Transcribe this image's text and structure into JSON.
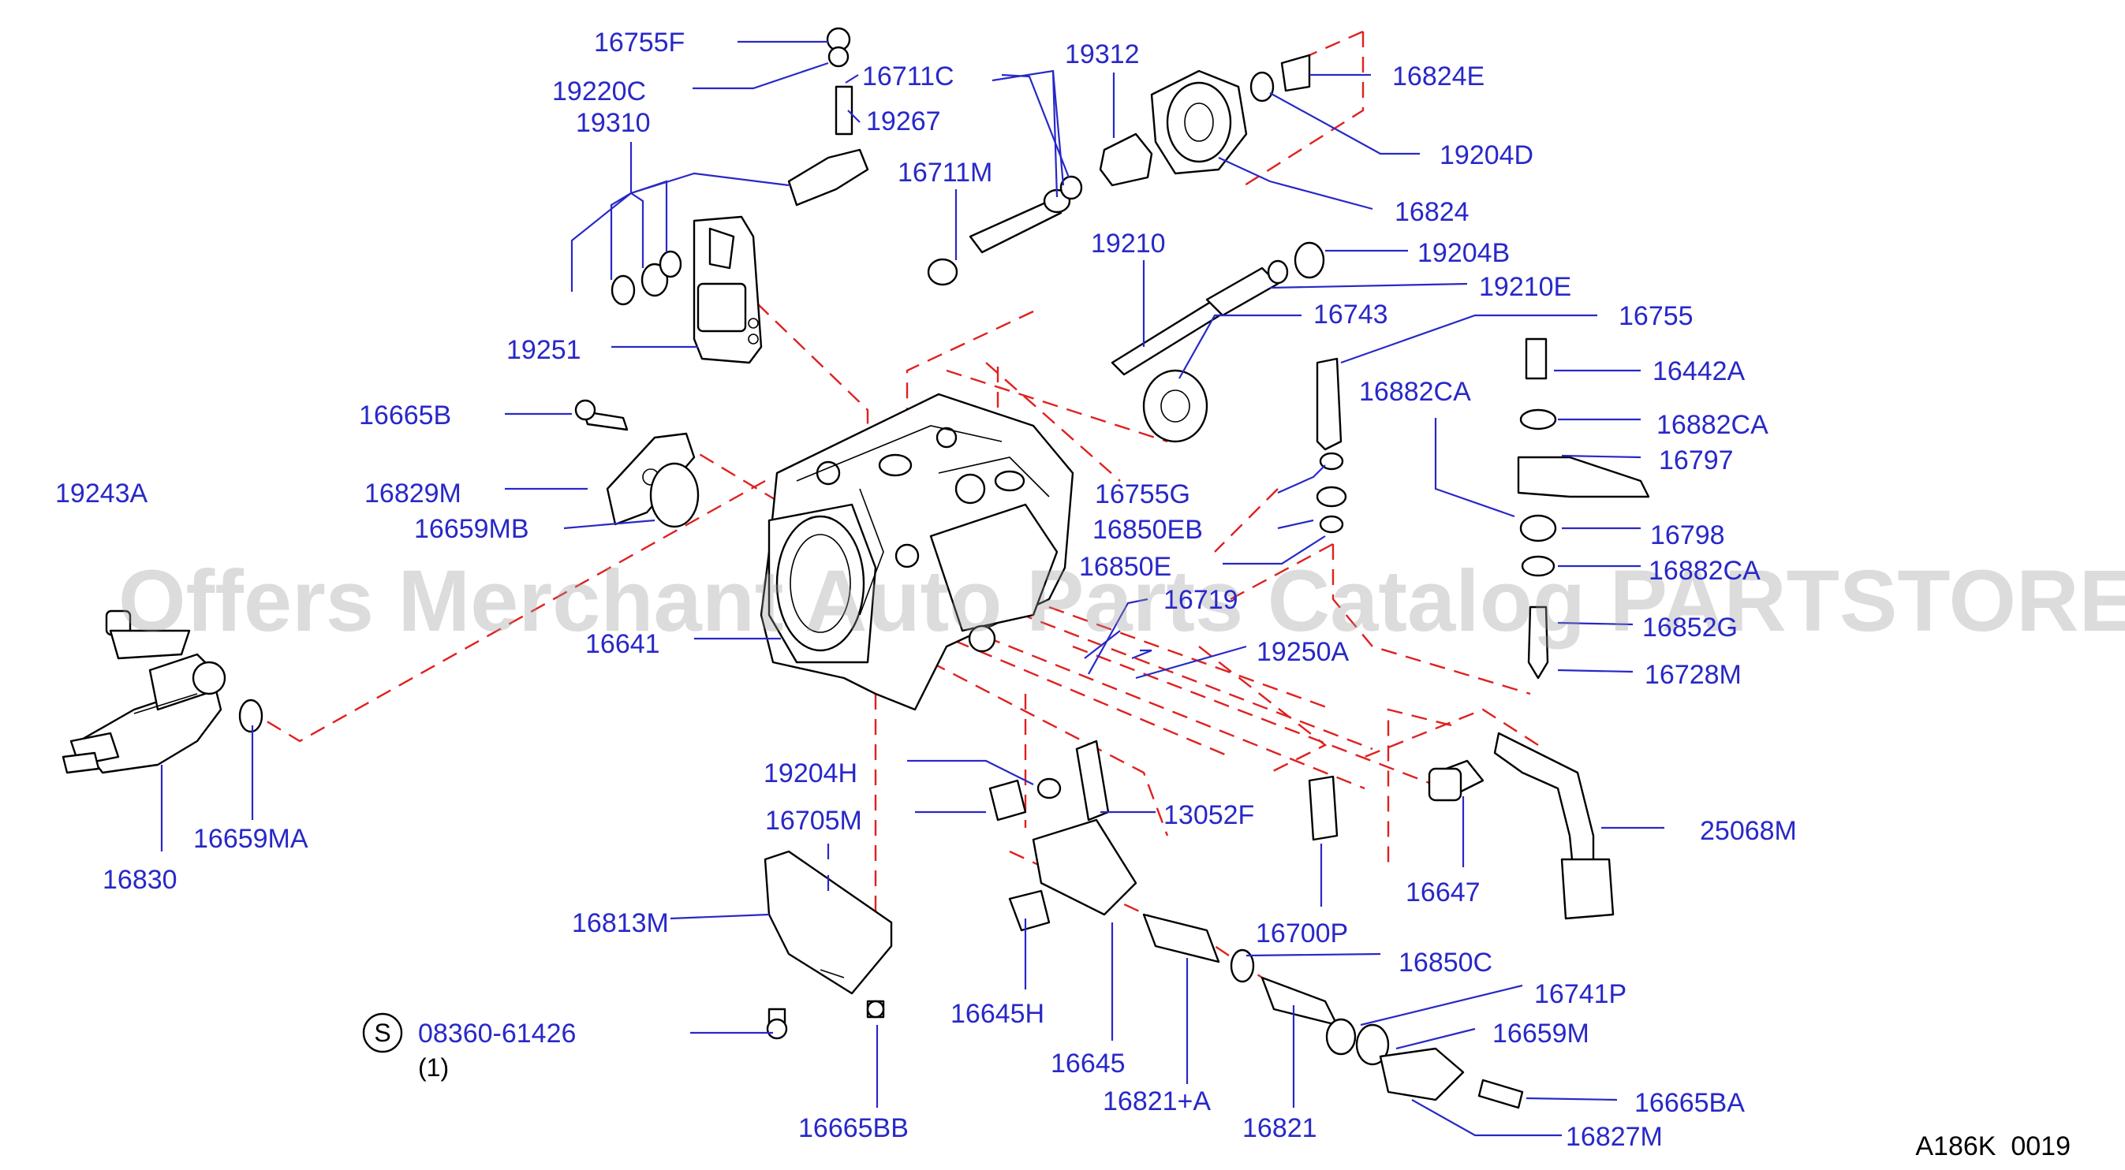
{
  "watermark": "Offers Merchant Auto Parts Catalog PARTSTORE.SA",
  "diagram_code": "A186K  0019",
  "standard_part": {
    "symbol": "S",
    "number": "08360-61426",
    "qty": "(1)"
  },
  "colors": {
    "label": "#2828c8",
    "dashed": "#e02020",
    "line": "#000000"
  },
  "labels": {
    "p16755F": "16755F",
    "p16711C": "16711C",
    "p19220C": "19220C",
    "p19310": "19310",
    "p19267": "19267",
    "p19312": "19312",
    "p16824E": "16824E",
    "p19204D": "19204D",
    "p16711M": "16711M",
    "p16824": "16824",
    "p19210": "19210",
    "p19204B": "19204B",
    "p19210E": "19210E",
    "p16743": "16743",
    "p16755": "16755",
    "p19251": "19251",
    "p16442A": "16442A",
    "p16882CA_1": "16882CA",
    "p16882CA_2": "16882CA",
    "p16882CA_3": "16882CA",
    "p16665B": "16665B",
    "p16797": "16797",
    "p16829M": "16829M",
    "p16755G": "16755G",
    "p19243A": "19243A",
    "p16659MB": "16659MB",
    "p16850EB": "16850EB",
    "p16798": "16798",
    "p16850E": "16850E",
    "p16719": "16719",
    "p16852G": "16852G",
    "p16641": "16641",
    "p19250A": "19250A",
    "p16728M": "16728M",
    "p19204H": "19204H",
    "p25068M": "25068M",
    "p13052F": "13052F",
    "p16705M": "16705M",
    "p16659MA": "16659MA",
    "p16647": "16647",
    "p16830": "16830",
    "p16813M": "16813M",
    "p16700P": "16700P",
    "p16850C": "16850C",
    "p16741P": "16741P",
    "p16645H": "16645H",
    "p16659M": "16659M",
    "p16645": "16645",
    "p16665BA": "16665BA",
    "p16821P": "16821+A",
    "p16827M": "16827M",
    "p16665BB": "16665BB",
    "p16821": "16821"
  }
}
